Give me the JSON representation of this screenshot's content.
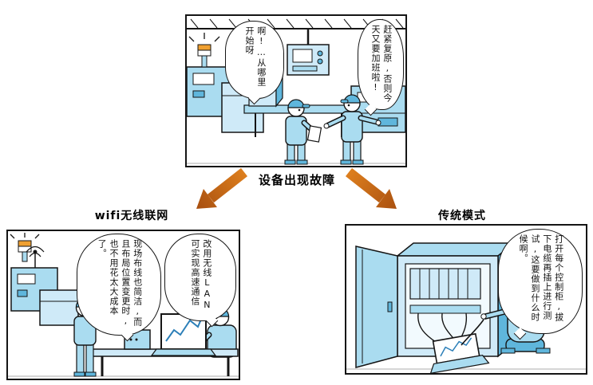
{
  "title_label": "设备出现故障",
  "branches": {
    "left": {
      "label": "wifi无线联网"
    },
    "right": {
      "label": "传统模式"
    }
  },
  "top_panel": {
    "bubble_left": "啊!…从哪里开始呀",
    "bubble_right": "赶紧复原,否则今天又要加班啦!"
  },
  "wifi_panel": {
    "bubble_benefit": "现场布线也简洁,而且布局位置变更时,也不用花太大成本了。",
    "bubble_proposal": "改用无线LAN可实现高速通信"
  },
  "traditional_panel": {
    "bubble_complaint": "打开每个控制柜,拔下电缆再插上进行测试,这要做到什么时候啊。"
  },
  "colors": {
    "outline": "#151515",
    "comic_blue": "#aadcf0",
    "comic_blue_light": "#cfeaf8",
    "comic_blue_dark": "#5fb6dc",
    "alarm_orange": "#f0a030",
    "arrow_light": "#e2831f",
    "arrow_dark": "#aa5110"
  }
}
